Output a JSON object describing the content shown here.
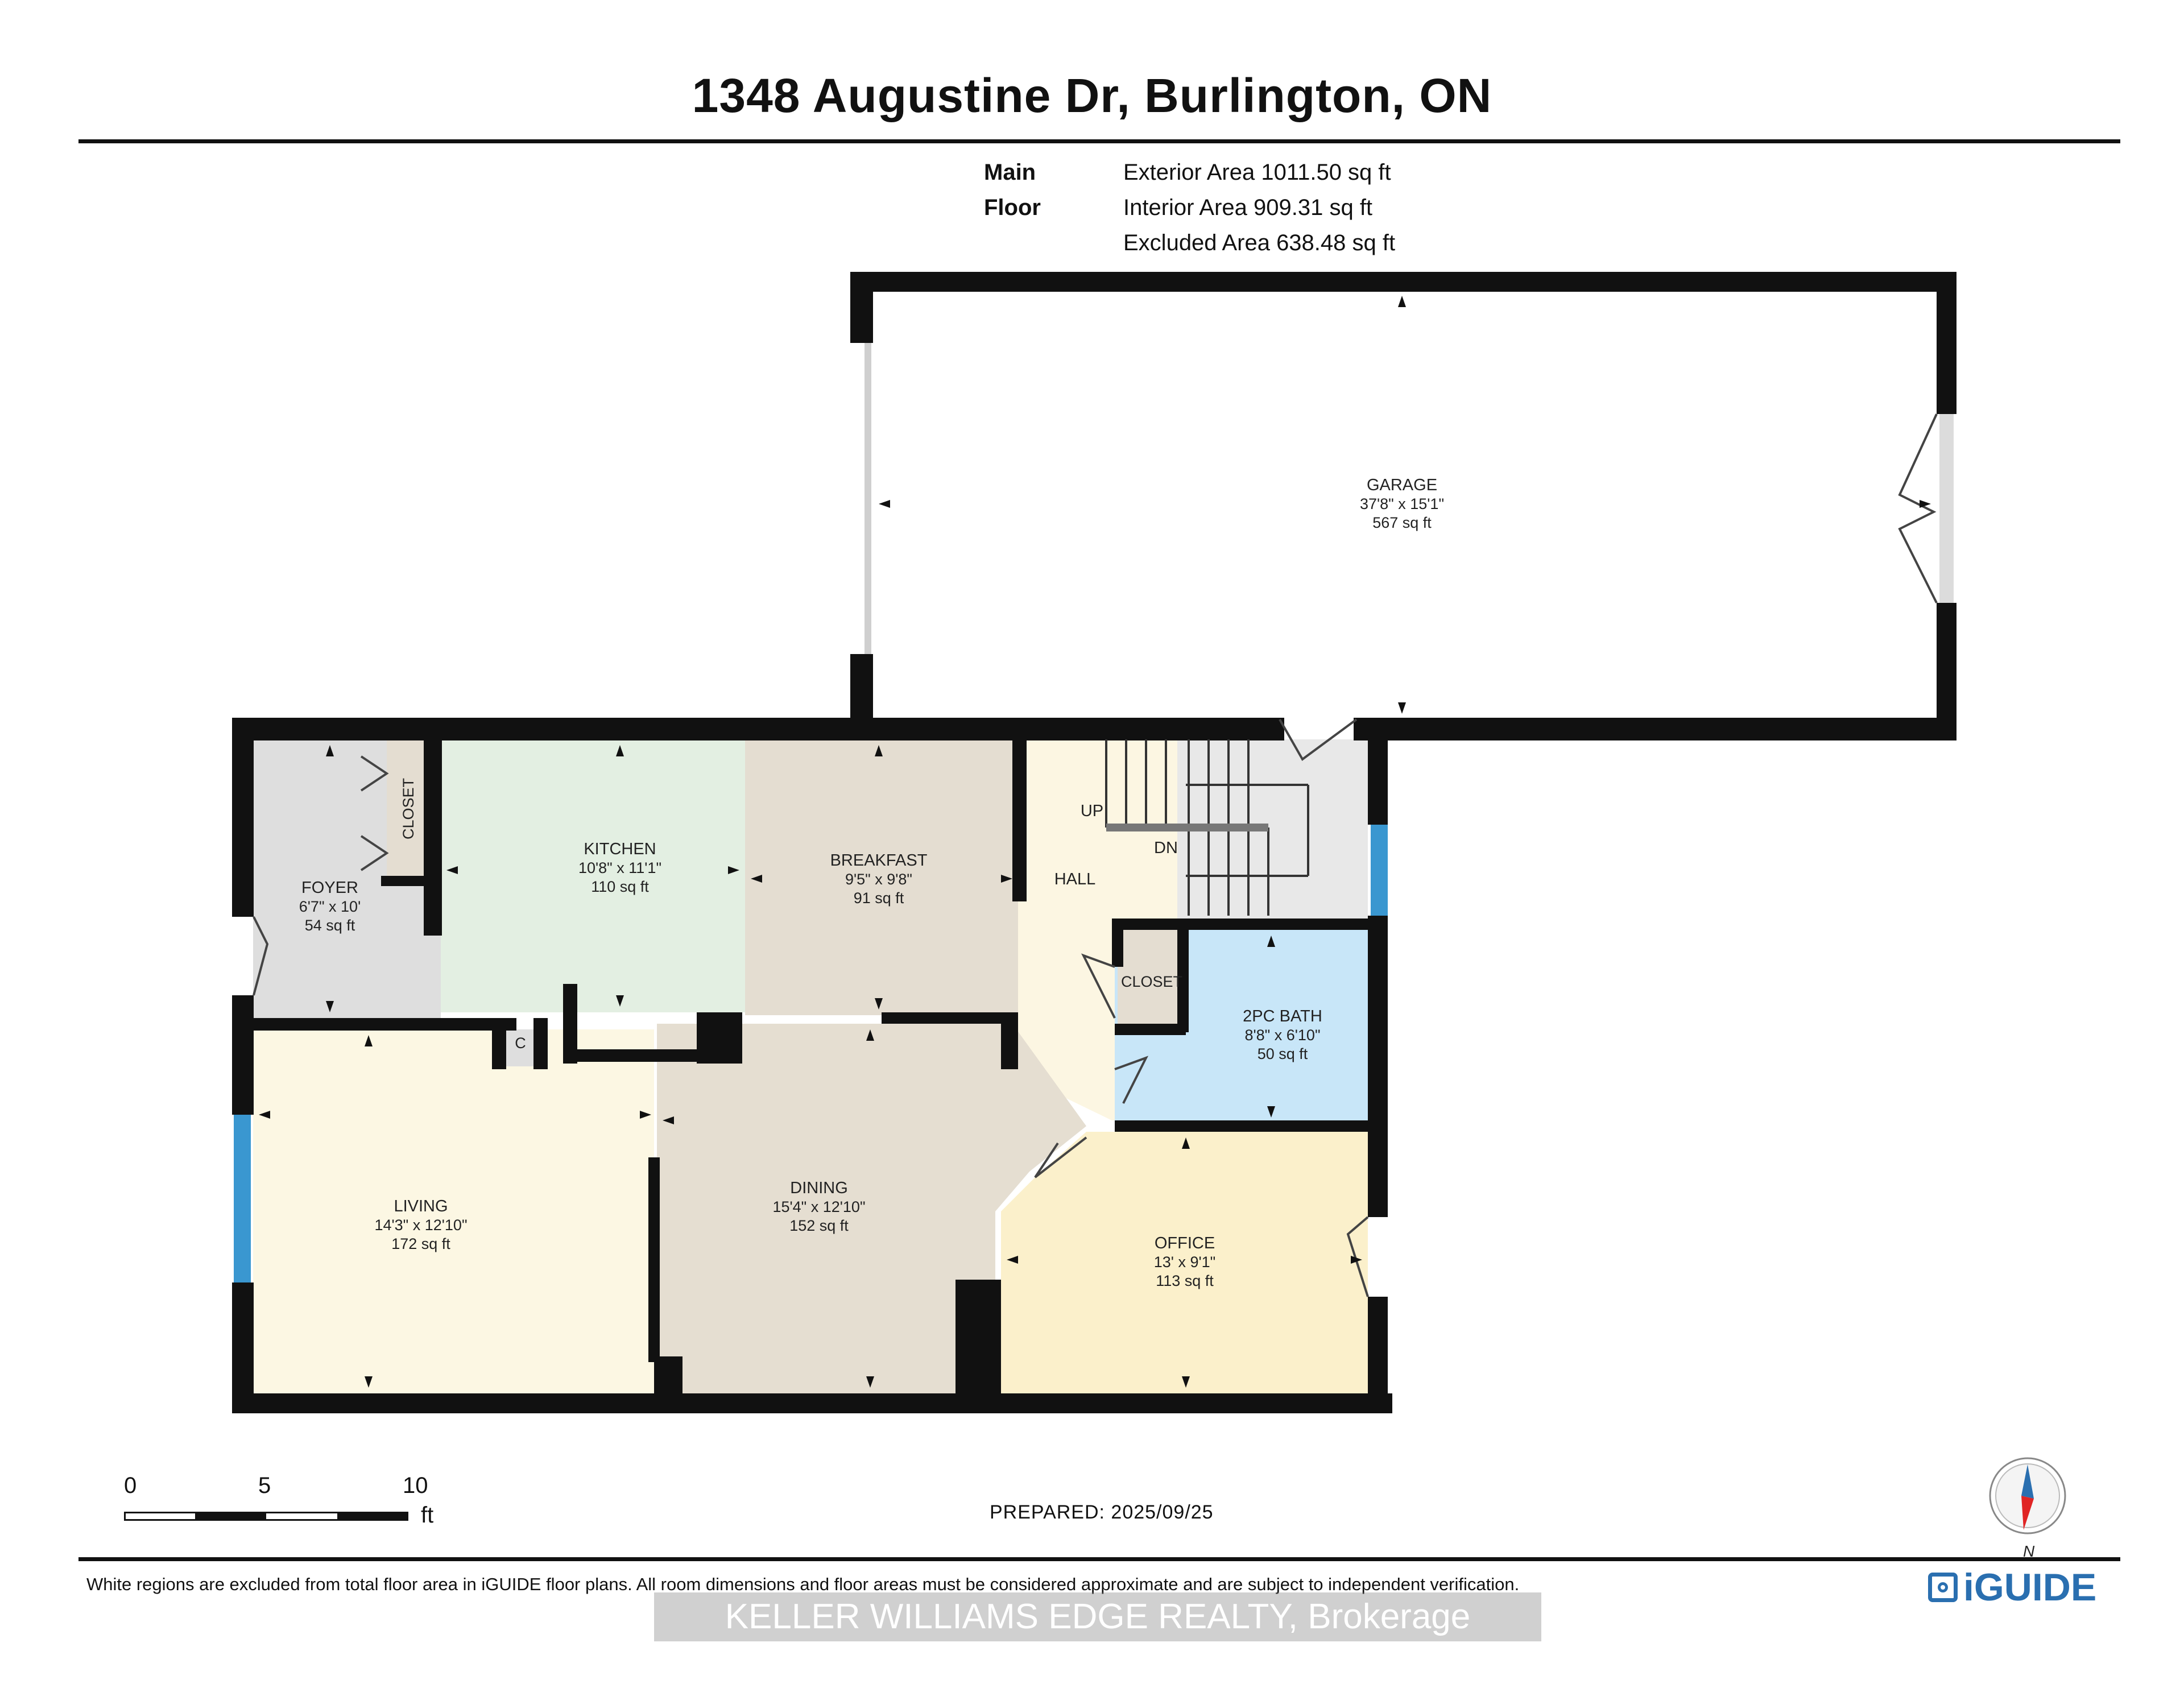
{
  "header": {
    "title": "1348 Augustine Dr, Burlington, ON"
  },
  "areas": {
    "floor_label": "Main Floor",
    "exterior": "Exterior Area 1011.50 sq ft",
    "interior": "Interior Area 909.31 sq ft",
    "excluded": "Excluded Area 638.48 sq ft"
  },
  "rooms": {
    "garage": {
      "name": "GARAGE",
      "dims": "37'8\" x 15'1\"",
      "area": "567 sq ft"
    },
    "kitchen": {
      "name": "KITCHEN",
      "dims": "10'8\" x 11'1\"",
      "area": "110 sq ft"
    },
    "breakfast": {
      "name": "BREAKFAST",
      "dims": "9'5\" x 9'8\"",
      "area": "91 sq ft"
    },
    "foyer": {
      "name": "FOYER",
      "dims": "6'7\" x 10'",
      "area": "54 sq ft"
    },
    "hall": {
      "name": "HALL"
    },
    "bath": {
      "name": "2PC BATH",
      "dims": "8'8\" x 6'10\"",
      "area": "50 sq ft"
    },
    "living": {
      "name": "LIVING",
      "dims": "14'3\" x 12'10\"",
      "area": "172 sq ft"
    },
    "dining": {
      "name": "DINING",
      "dims": "15'4\" x 12'10\"",
      "area": "152 sq ft"
    },
    "office": {
      "name": "OFFICE",
      "dims": "13' x 9'1\"",
      "area": "113 sq ft"
    }
  },
  "labels": {
    "closet_foyer": "CLOSET",
    "closet_hall": "CLOSET",
    "closet_c": "C",
    "stairs_up": "UP",
    "stairs_down": "DN"
  },
  "scale_bar": {
    "ticks": [
      "0",
      "5",
      "10"
    ],
    "unit": "ft"
  },
  "prepared": "PREPARED: 2025/09/25",
  "compass_label": "N",
  "footer": {
    "disclaimer": "White regions are excluded from total floor area in iGUIDE floor plans. All room dimensions and floor areas must be considered approximate and are subject to independent verification.",
    "watermark": "KELLER WILLIAMS EDGE REALTY, Brokerage",
    "brand": "iGUIDE"
  },
  "colors": {
    "kitchen": "#e3efe2",
    "breakfast": "#e4ddd1",
    "foyer": "#dedede",
    "hall": "#fcf6e2",
    "bath": "#c8e6f8",
    "living": "#fcf7e3",
    "dining": "#e5ded1",
    "office": "#fbf0cb",
    "stairs": "#e8e8e8",
    "wall": "#111111",
    "window": "#3a97d0",
    "brand": "#2a6fb0"
  }
}
